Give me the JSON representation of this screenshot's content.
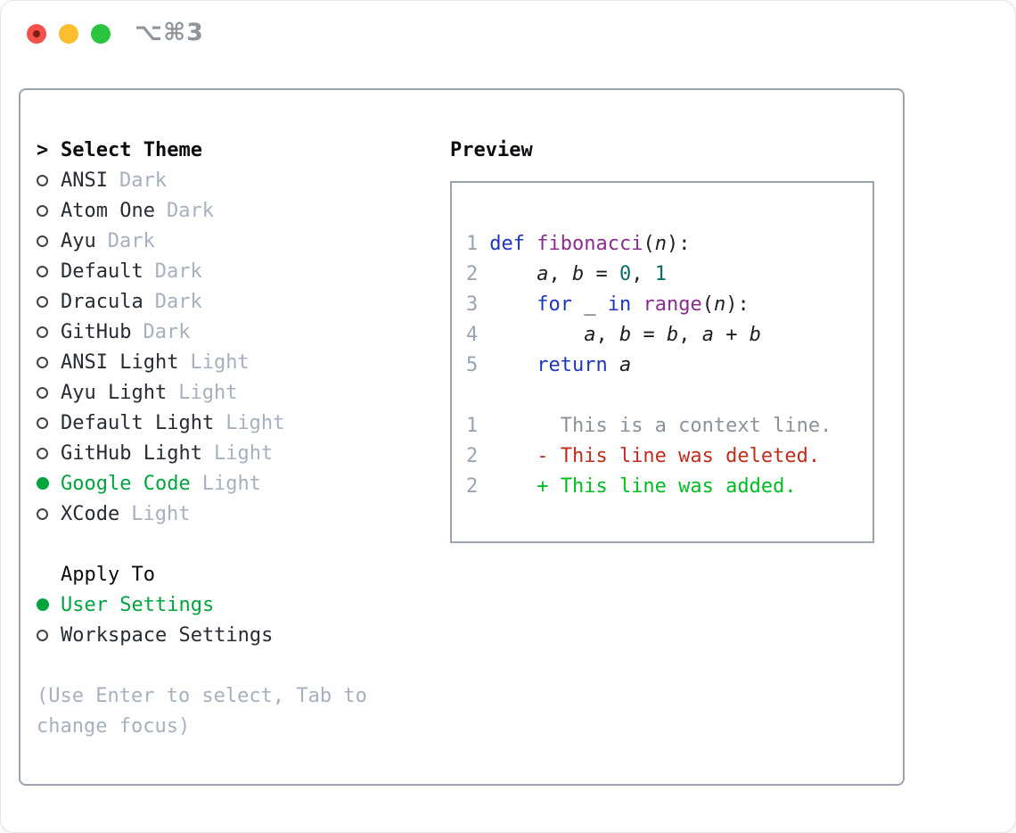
{
  "titlebar": {
    "shortcut": "⌥⌘3"
  },
  "theme_panel": {
    "header": {
      "prompt": ">",
      "label": "Select Theme"
    },
    "themes": [
      {
        "name": "ANSI",
        "variant": "Dark",
        "selected": false
      },
      {
        "name": "Atom One",
        "variant": "Dark",
        "selected": false
      },
      {
        "name": "Ayu",
        "variant": "Dark",
        "selected": false
      },
      {
        "name": "Default",
        "variant": "Dark",
        "selected": false
      },
      {
        "name": "Dracula",
        "variant": "Dark",
        "selected": false
      },
      {
        "name": "GitHub",
        "variant": "Dark",
        "selected": false
      },
      {
        "name": "ANSI Light",
        "variant": "Light",
        "selected": false
      },
      {
        "name": "Ayu Light",
        "variant": "Light",
        "selected": false
      },
      {
        "name": "Default Light",
        "variant": "Light",
        "selected": false
      },
      {
        "name": "GitHub Light",
        "variant": "Light",
        "selected": false
      },
      {
        "name": "Google Code",
        "variant": "Light",
        "selected": true
      },
      {
        "name": "XCode",
        "variant": "Light",
        "selected": false
      }
    ],
    "apply_to": {
      "label": "Apply To",
      "options": [
        {
          "label": "User Settings",
          "selected": true
        },
        {
          "label": "Workspace Settings",
          "selected": false
        }
      ]
    },
    "hint_lines": [
      "(Use Enter to select, Tab to",
      "change focus)"
    ]
  },
  "preview": {
    "label": "Preview",
    "code_lines": [
      {
        "num": "1",
        "segments": [
          {
            "t": "def ",
            "c": "kw"
          },
          {
            "t": "fibonacci",
            "c": "fn"
          },
          {
            "t": "(",
            "c": "pl"
          },
          {
            "t": "n",
            "c": "var"
          },
          {
            "t": "):",
            "c": "pl"
          }
        ]
      },
      {
        "num": "2",
        "segments": [
          {
            "t": "    ",
            "c": "pl"
          },
          {
            "t": "a",
            "c": "var"
          },
          {
            "t": ", ",
            "c": "pl"
          },
          {
            "t": "b",
            "c": "var"
          },
          {
            "t": " = ",
            "c": "pl"
          },
          {
            "t": "0",
            "c": "num"
          },
          {
            "t": ", ",
            "c": "pl"
          },
          {
            "t": "1",
            "c": "num"
          }
        ]
      },
      {
        "num": "3",
        "segments": [
          {
            "t": "    ",
            "c": "pl"
          },
          {
            "t": "for",
            "c": "kw"
          },
          {
            "t": " _ ",
            "c": "pl"
          },
          {
            "t": "in",
            "c": "kw"
          },
          {
            "t": " ",
            "c": "pl"
          },
          {
            "t": "range",
            "c": "fn"
          },
          {
            "t": "(",
            "c": "pl"
          },
          {
            "t": "n",
            "c": "var"
          },
          {
            "t": "):",
            "c": "pl"
          }
        ]
      },
      {
        "num": "4",
        "segments": [
          {
            "t": "        ",
            "c": "pl"
          },
          {
            "t": "a",
            "c": "var"
          },
          {
            "t": ", ",
            "c": "pl"
          },
          {
            "t": "b",
            "c": "var"
          },
          {
            "t": " = ",
            "c": "pl"
          },
          {
            "t": "b",
            "c": "var"
          },
          {
            "t": ", ",
            "c": "pl"
          },
          {
            "t": "a",
            "c": "var"
          },
          {
            "t": " + ",
            "c": "pl"
          },
          {
            "t": "b",
            "c": "var"
          }
        ]
      },
      {
        "num": "5",
        "segments": [
          {
            "t": "    ",
            "c": "pl"
          },
          {
            "t": "return",
            "c": "kw"
          },
          {
            "t": " ",
            "c": "pl"
          },
          {
            "t": "a",
            "c": "var"
          }
        ]
      }
    ],
    "diff_lines": [
      {
        "num": "1",
        "text": "      This is a context line.",
        "type": "context"
      },
      {
        "num": "2",
        "text": "    - This line was deleted.",
        "type": "deleted"
      },
      {
        "num": "2",
        "text": "    + This line was added.",
        "type": "added"
      }
    ]
  },
  "colors": {
    "selection_green": "#00a43e",
    "added_green": "#00bd23",
    "deleted_red": "#c12d1d",
    "keyword_blue": "#1e35c0",
    "function_purple": "#8a2d8e",
    "number_teal": "#0a6b6b",
    "muted_gray": "#a6b0bf",
    "panel_border": "#99a2ae",
    "traffic_red": "#f4514a",
    "traffic_yellow": "#fcbe2d",
    "traffic_green": "#29c53f"
  }
}
